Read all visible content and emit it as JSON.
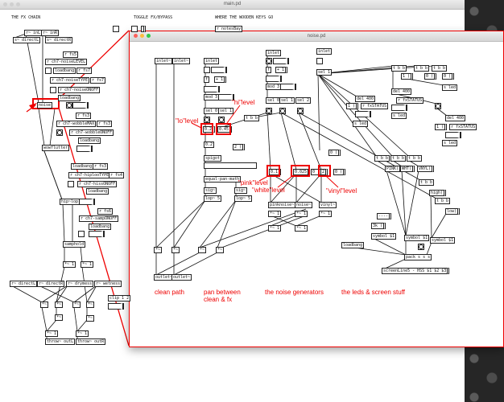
{
  "main_window": {
    "title": "main.pd",
    "headers": [
      "THE FX CHAIN",
      "TOGGLE FX/BYPASS",
      "WHERE THE WOODEN KEYS GO"
    ],
    "objects": [
      "r~ inL",
      "r~ inR",
      "s~ directL",
      "s~ directR",
      "r fs5",
      "r ch7-noiseLEVEL",
      "loadbang",
      "r fs7",
      "r ch7-noiseTYPE",
      "r fs7",
      "r ch7-noiseONOFF",
      "loadbang",
      "noise",
      "r fs3",
      "r ch7-wobbleMAX",
      "r fs3",
      "r ch7-wobbleONOFF",
      "loadbang",
      "wowflutter",
      "loadbang",
      "r fs3",
      "r ch7-hiplooTYPE",
      "r fs4",
      "r ch7-hissONOFF",
      "loadbang",
      "hip~lop",
      "r fs6",
      "r ch7-sampONOFF",
      "loadbang",
      "samphold",
      "*~ 1",
      "*~ 1",
      "r~ directL",
      "r~ directR",
      "r~ drymess",
      "r~ wetness",
      "clip 1 2",
      "*~",
      "*~",
      "*~",
      "*~",
      "*~",
      "*~",
      "*~ 1",
      "*~ 1",
      "throw~ outL",
      "throw~ outR",
      "r notesBay"
    ]
  },
  "noise_window": {
    "title": "noise.pd",
    "objects": [
      "inlet~",
      "inlet~",
      "inlet",
      "f",
      "+ 1",
      "mod 3",
      "sel 0",
      "sel 1",
      "0.2",
      "0.45",
      "t b b",
      "0.2",
      "2 (",
      "spigot",
      "equal-pan-math",
      "sig~",
      "sig~",
      "lop~ 5",
      "lop~ 5",
      "*~",
      "*~",
      "*~",
      "*~",
      "outlet~",
      "outlet~",
      "inlet",
      "f",
      "+ 1",
      "mod 3",
      "sel 0",
      "sel 1",
      "sel 2",
      "inlet",
      "sel 1",
      "del 400",
      "1 (",
      "r fxSTATUS",
      "s led",
      "0 (",
      "0.1",
      "0.025",
      "0 (",
      "2",
      "0 (",
      "pinknoise~",
      "noise~",
      "vinyl~",
      "*~ 1",
      "*~ 1",
      "*~ 1",
      "*~ 1",
      "*~ 1",
      "loadbang",
      "t b b",
      "t b b",
      "t b b",
      "1 (",
      "0 (",
      "0 (",
      "s led",
      "del 400",
      "r fxSTATUS",
      "s led",
      "del 400",
      "1 (",
      "r fxSTATUS",
      "s led",
      "t b b",
      "t b b",
      "t b b",
      "PINK(",
      "WHT(",
      "VNYL(",
      "t b b",
      "high(",
      "t b b",
      "low(",
      "----",
      "3k (",
      "symbol $1",
      "symbol $1",
      "symbol $1",
      "pack s s s",
      "screenLine5 - HSS $1 $2 $3"
    ],
    "annotations": {
      "lo_level": "\"lo\"level",
      "hi_level": "\"hi\"level",
      "pink_level": "\"pink\"level",
      "white_level": "\"white\"level",
      "vinyl_level": "\"vinyl\"level",
      "clean_path": "clean path",
      "pan_between": "pan between\nclean & fx",
      "noise_generators": "the noise generators",
      "leds_screen": "the leds & screen stuff"
    }
  },
  "colors": {
    "accent": "#ee0000"
  }
}
